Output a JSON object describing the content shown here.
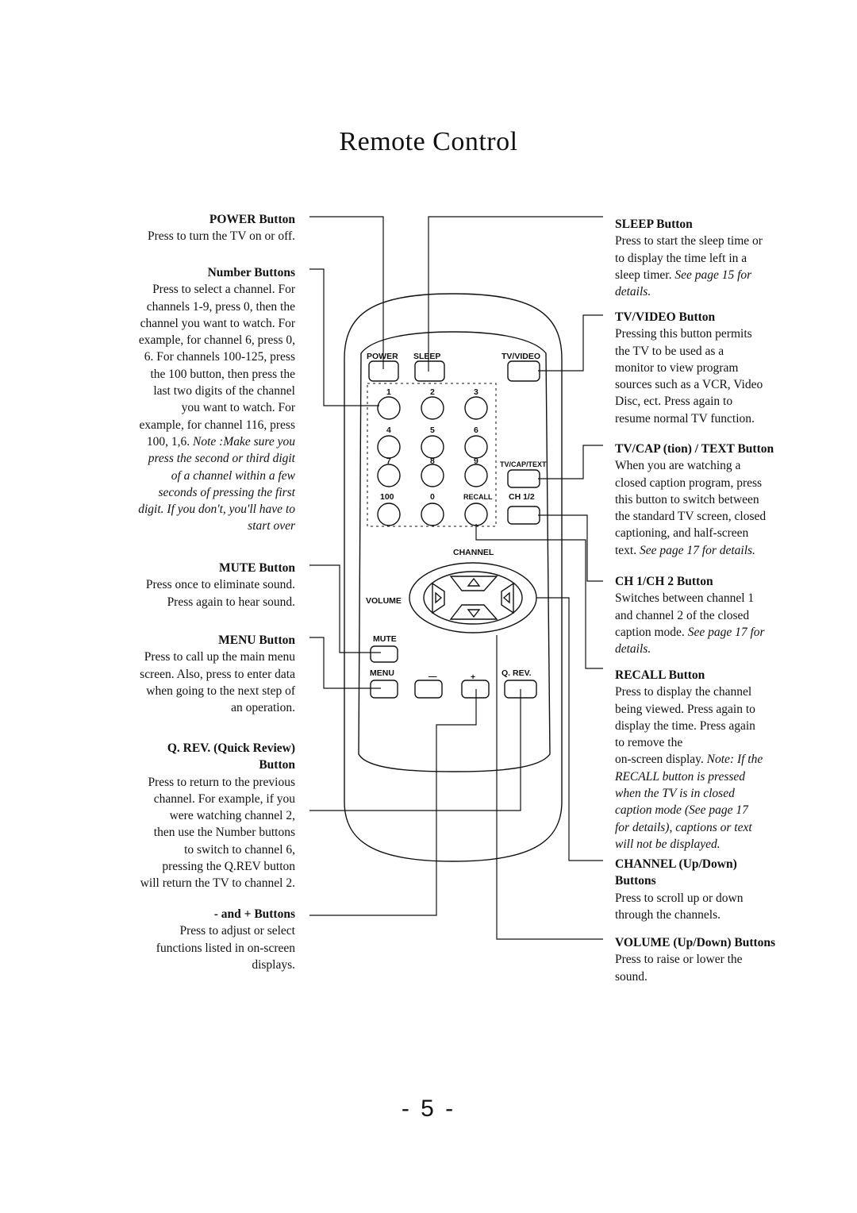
{
  "title": "Remote Control",
  "page_number": "- 5 -",
  "left": {
    "power": {
      "heading": "POWER Button",
      "text": "Press to turn the TV on or off."
    },
    "number": {
      "heading": "Number Buttons",
      "lines": [
        "Press to select a channel. For",
        "channels 1-9, press 0, then the",
        "channel you want to watch. For",
        "example, for channel 6, press 0,",
        "6. For channels 100-125, press",
        "the 100 button, then press the",
        "last two digits of the channel",
        "you want to watch. For",
        "example, for channel 116, press"
      ],
      "line_mixed_plain": "100, 1,6. ",
      "line_mixed_italic": "Note :Make sure you",
      "italic_lines": [
        "press the second or third digit",
        "of a channel within a few",
        "seconds of pressing the first",
        "digit. If you don't, you'll have to",
        "start over"
      ]
    },
    "mute": {
      "heading": "MUTE Button",
      "lines": [
        "Press once to eliminate sound.",
        "Press again to hear sound."
      ]
    },
    "menu": {
      "heading": "MENU Button",
      "lines": [
        "Press to call up the main menu",
        "screen. Also, press to enter data",
        "when going to the next step of",
        "an operation."
      ]
    },
    "qrev": {
      "heading_lines": [
        "Q. REV. (Quick Review)",
        "Button"
      ],
      "lines": [
        "Press to return to the previous",
        "channel. For example, if you",
        "were watching channel 2,",
        "then use the Number buttons",
        "to switch to channel 6,",
        "pressing the Q.REV button",
        "will return the TV to channel 2."
      ]
    },
    "plusminus": {
      "heading": "- and + Buttons",
      "lines": [
        "Press to adjust or select",
        "functions listed in on-screen",
        "displays."
      ]
    }
  },
  "right": {
    "sleep": {
      "heading": "SLEEP Button",
      "lines": [
        "Press to start the sleep time or",
        "to display the time left in a"
      ],
      "line_mixed_plain": "sleep timer. ",
      "line_mixed_italic": "See page 15 for",
      "italic_lines": [
        "details."
      ]
    },
    "tvvideo": {
      "heading": "TV/VIDEO Button",
      "lines": [
        "Pressing this button permits",
        "the TV to be used as a",
        "monitor to view program",
        "sources such as a VCR, Video",
        "Disc, ect. Press again to",
        "resume normal TV function."
      ]
    },
    "tvcap": {
      "heading": "TV/CAP (tion) / TEXT Button",
      "lines": [
        "When you are watching a",
        "closed caption program, press",
        "this button to switch between",
        "the standard TV screen, closed",
        "captioning, and half-screen"
      ],
      "line_mixed_plain": "text. ",
      "line_mixed_italic": "See page 17 for details."
    },
    "ch12": {
      "heading": "CH 1/CH 2 Button",
      "lines": [
        "Switches between channel 1",
        "and channel 2 of the closed"
      ],
      "line_mixed_plain": "caption mode. ",
      "line_mixed_italic": "See page 17 for",
      "italic_lines": [
        "details."
      ]
    },
    "recall": {
      "heading": "RECALL Button",
      "lines": [
        "Press to display the channel",
        "being viewed. Press again to",
        "display the time. Press again",
        "to remove the"
      ],
      "line_mixed_plain": "on-screen display. ",
      "line_mixed_italic": "Note: If the",
      "italic_lines": [
        "RECALL button is pressed",
        "when the TV is in closed",
        "caption mode (See page 17",
        "for details), captions or text",
        "will not be displayed."
      ]
    },
    "channel": {
      "heading_lines": [
        "CHANNEL (Up/Down)",
        "Buttons"
      ],
      "lines": [
        "Press to scroll up or down",
        "through the channels."
      ]
    },
    "volume": {
      "heading": "VOLUME (Up/Down) Buttons",
      "lines": [
        "Press to raise or lower the",
        "sound."
      ]
    }
  },
  "remote": {
    "labels": {
      "power": "POWER",
      "sleep": "SLEEP",
      "tvvideo": "TV/VIDEO",
      "n1": "1",
      "n2": "2",
      "n3": "3",
      "n4": "4",
      "n5": "5",
      "n6": "6",
      "n7": "7",
      "n8": "8",
      "n9": "9",
      "tvcaptext": "TV/CAP/TEXT",
      "n100": "100",
      "n0": "0",
      "recall": "RECALL",
      "ch12": "CH 1/2",
      "channel": "CHANNEL",
      "volume": "VOLUME",
      "mute": "MUTE",
      "menu": "MENU",
      "minus": "—",
      "plus": "+",
      "qrev": "Q. REV."
    }
  }
}
